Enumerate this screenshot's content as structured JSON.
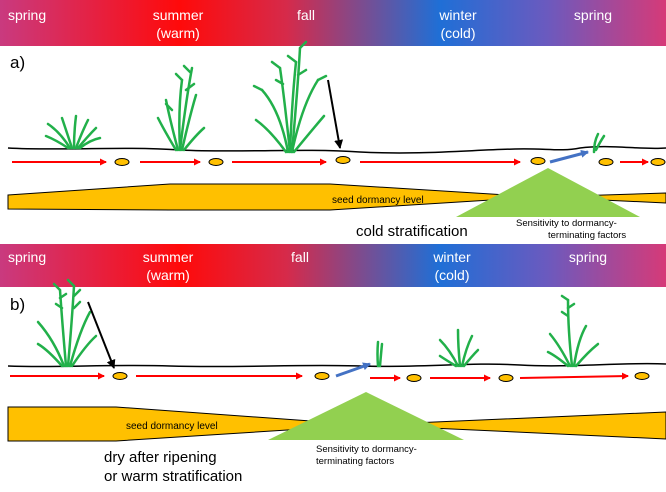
{
  "panel_a": {
    "label": "a)",
    "seasons": {
      "spring1": "spring",
      "summer": "summer",
      "summer_sub": "(warm)",
      "fall": "fall",
      "winter": "winter",
      "winter_sub": "(cold)",
      "spring2": "spring"
    },
    "dormancy_label": "seed dormancy level",
    "sensitivity_line1": "Sensitivity to dormancy-",
    "sensitivity_line2": "terminating factors",
    "caption": "cold stratification"
  },
  "panel_b": {
    "label": "b)",
    "seasons": {
      "spring1": "spring",
      "summer": "summer",
      "summer_sub": "(warm)",
      "fall": "fall",
      "winter": "winter",
      "winter_sub": "(cold)",
      "spring2": "spring"
    },
    "dormancy_label": "seed dormancy level",
    "sensitivity_line1": "Sensitivity to dormancy-",
    "sensitivity_line2": "terminating factors",
    "caption_line1": "dry after ripening",
    "caption_line2": "or warm stratification"
  },
  "colors": {
    "spring": "#d63a78",
    "summer": "#ff0a0a",
    "winter": "#1f6fd6",
    "dormancy": "#ffc000",
    "sensitivity": "#92d050",
    "grass": "#22b04a",
    "arrow_red": "#ff0000",
    "arrow_blue": "#4472c4"
  }
}
